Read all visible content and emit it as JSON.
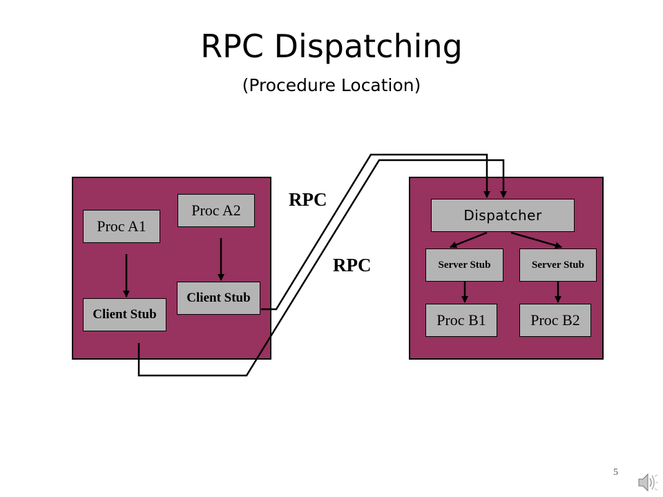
{
  "slide": {
    "title": "RPC Dispatching",
    "subtitle": "(Procedure Location)",
    "page_number": "5"
  },
  "client_machine": {
    "proc_a1": "Proc A1",
    "proc_a2": "Proc A2",
    "client_stub_1": "Client Stub",
    "client_stub_2": "Client Stub"
  },
  "server_machine": {
    "dispatcher": "Dispatcher",
    "server_stub_1": "Server Stub",
    "server_stub_2": "Server Stub",
    "proc_b1": "Proc B1",
    "proc_b2": "Proc B2"
  },
  "links": {
    "rpc_upper": "RPC",
    "rpc_lower": "RPC"
  },
  "colors": {
    "machine_fill": "#98325f",
    "box_fill": "#b4b4b4",
    "line": "#000000"
  },
  "icons": {
    "speaker": "speaker-icon"
  }
}
